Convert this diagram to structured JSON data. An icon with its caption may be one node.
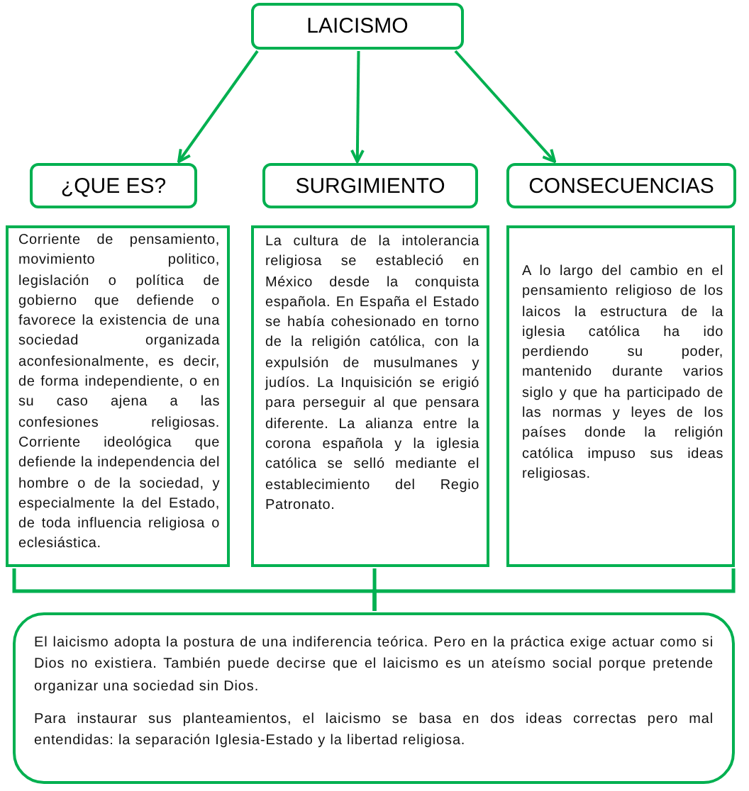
{
  "diagram": {
    "nodes": [
      {
        "text": [
          "LAICISMO"
        ]
      },
      {
        "text": [
          "¿QUE ES?"
        ]
      },
      {
        "text": [
          "SURGIMIENTO"
        ]
      },
      {
        "text": [
          "CONSECUENCIAS"
        ]
      },
      {
        "text": [
          "Corriente de pensamiento, movimiento politico, legislación o política de gobierno que defiende o favorece la existencia de una sociedad organizada aconfesionalmente, es decir, de forma independiente, o en su caso ajena a las confesiones religiosas. Corriente ideológica que defiende la independencia del hombre o de la sociedad, y especialmente la del Estado, de toda influencia religiosa o eclesiástica."
        ]
      },
      {
        "text": [
          "La cultura de la intolerancia religiosa se estableció en México desde la conquista española. En España el Estado se había cohesionado en torno de la religión católica, con la expulsión de musulmanes y judíos. La Inquisición se erigió para perseguir al que pensara diferente. La alianza entre la corona española y la iglesia católica se selló mediante el establecimiento del Regio Patronato."
        ]
      },
      {
        "text": [
          "A lo largo del cambio en el pensamiento religioso de los laicos la estructura de la iglesia católica ha ido perdiendo su poder, mantenido durante varios siglo y que ha participado de las normas y leyes de los países donde la religión católica impuso sus ideas religiosas."
        ]
      },
      {
        "text": [
          "El laicismo adopta la postura de una indiferencia teórica. Pero en la práctica exige actuar como si Dios no existiera. También puede decirse que el laicismo es un ateísmo social porque pretende organizar una sociedad sin Dios.",
          "Para instaurar sus planteamientos, el laicismo se basa en dos ideas correctas pero mal entendidas: la separación Iglesia-Estado y la libertad religiosa."
        ]
      }
    ],
    "edges": [
      {
        "from": 0,
        "to": 1,
        "arrow": "to"
      },
      {
        "from": 0,
        "to": 2,
        "arrow": "to"
      },
      {
        "from": 0,
        "to": 3,
        "arrow": "to"
      },
      {
        "from": 4,
        "to": 7,
        "arrow": "none"
      },
      {
        "from": 5,
        "to": 7,
        "arrow": "none"
      },
      {
        "from": 6,
        "to": 7,
        "arrow": "none"
      }
    ]
  }
}
